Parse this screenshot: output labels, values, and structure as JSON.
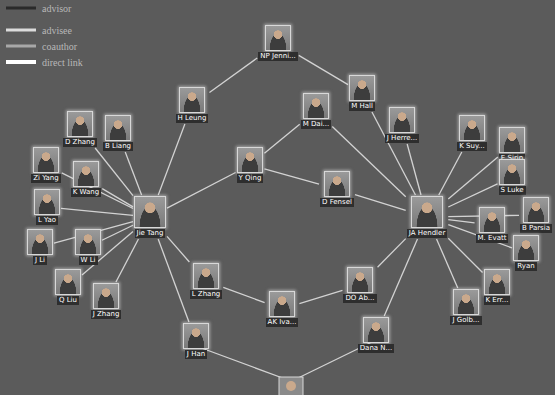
{
  "diagram": {
    "nodes": [
      {
        "text": [
          "NP Jenni..."
        ]
      },
      {
        "text": [
          "M Hall"
        ]
      },
      {
        "text": [
          "H Leung"
        ]
      },
      {
        "text": [
          "M Dai..."
        ]
      },
      {
        "text": [
          "J Herre..."
        ]
      },
      {
        "text": [
          "D Zhang"
        ]
      },
      {
        "text": [
          "B Liang"
        ]
      },
      {
        "text": [
          "K Suy..."
        ]
      },
      {
        "text": [
          "E Sirin"
        ]
      },
      {
        "text": [
          "Y Qing"
        ]
      },
      {
        "text": [
          "Zi Yang"
        ]
      },
      {
        "text": [
          "K Wang"
        ]
      },
      {
        "text": [
          "S Luke"
        ]
      },
      {
        "text": [
          "D Fensel"
        ]
      },
      {
        "text": [
          "L Yao"
        ]
      },
      {
        "text": [
          "B Parsia"
        ]
      },
      {
        "text": [
          "Jie Tang"
        ]
      },
      {
        "text": [
          "JA Hendler"
        ]
      },
      {
        "text": [
          "M. Evatt"
        ]
      },
      {
        "text": [
          "J Li"
        ]
      },
      {
        "text": [
          "W Li"
        ]
      },
      {
        "text": [
          "Ryan"
        ]
      },
      {
        "text": [
          "L Zhang"
        ]
      },
      {
        "text": [
          "DO Ab..."
        ]
      },
      {
        "text": [
          "Q Liu"
        ]
      },
      {
        "text": [
          "K Err..."
        ]
      },
      {
        "text": [
          "J Zhang"
        ]
      },
      {
        "text": [
          "J Golb..."
        ]
      },
      {
        "text": [
          "AK Iva..."
        ]
      },
      {
        "text": [
          "Dana N..."
        ]
      },
      {
        "text": [
          "J Han"
        ]
      }
    ],
    "edges": [
      {
        "from": 16,
        "to": 5,
        "arrow": "none"
      },
      {
        "from": 16,
        "to": 6,
        "arrow": "none"
      },
      {
        "from": 16,
        "to": 10,
        "arrow": "none"
      },
      {
        "from": 16,
        "to": 11,
        "arrow": "none"
      },
      {
        "from": 16,
        "to": 14,
        "arrow": "none"
      },
      {
        "from": 16,
        "to": 19,
        "arrow": "none"
      },
      {
        "from": 16,
        "to": 20,
        "arrow": "none"
      },
      {
        "from": 16,
        "to": 24,
        "arrow": "none"
      },
      {
        "from": 16,
        "to": 26,
        "arrow": "none"
      },
      {
        "from": 16,
        "to": 22,
        "arrow": "none"
      },
      {
        "from": 16,
        "to": 30,
        "arrow": "none"
      },
      {
        "from": 16,
        "to": 2,
        "arrow": "none"
      },
      {
        "from": 16,
        "to": 9,
        "arrow": "none"
      },
      {
        "from": 2,
        "to": 0,
        "arrow": "none"
      },
      {
        "from": 0,
        "to": 1,
        "arrow": "none"
      },
      {
        "from": 1,
        "to": 17,
        "arrow": "none"
      },
      {
        "from": 9,
        "to": 3,
        "arrow": "none"
      },
      {
        "from": 3,
        "to": 17,
        "arrow": "none"
      },
      {
        "from": 4,
        "to": 17,
        "arrow": "none"
      },
      {
        "from": 9,
        "to": 13,
        "arrow": "none"
      },
      {
        "from": 13,
        "to": 17,
        "arrow": "none"
      },
      {
        "from": 22,
        "to": 28,
        "arrow": "none"
      },
      {
        "from": 28,
        "to": 23,
        "arrow": "none"
      },
      {
        "from": 23,
        "to": 17,
        "arrow": "none"
      },
      {
        "from": 29,
        "to": 17,
        "arrow": "none"
      },
      {
        "from": 17,
        "to": 7,
        "arrow": "none"
      },
      {
        "from": 17,
        "to": 8,
        "arrow": "none"
      },
      {
        "from": 17,
        "to": 12,
        "arrow": "none"
      },
      {
        "from": 17,
        "to": 15,
        "arrow": "none"
      },
      {
        "from": 17,
        "to": 18,
        "arrow": "none"
      },
      {
        "from": 17,
        "to": 21,
        "arrow": "none"
      },
      {
        "from": 17,
        "to": 25,
        "arrow": "none"
      },
      {
        "from": 17,
        "to": 27,
        "arrow": "none"
      }
    ],
    "legend": [
      {
        "text": "advisor"
      },
      {
        "text": "advisee"
      },
      {
        "text": "coauthor"
      },
      {
        "text": "direct link"
      }
    ]
  }
}
